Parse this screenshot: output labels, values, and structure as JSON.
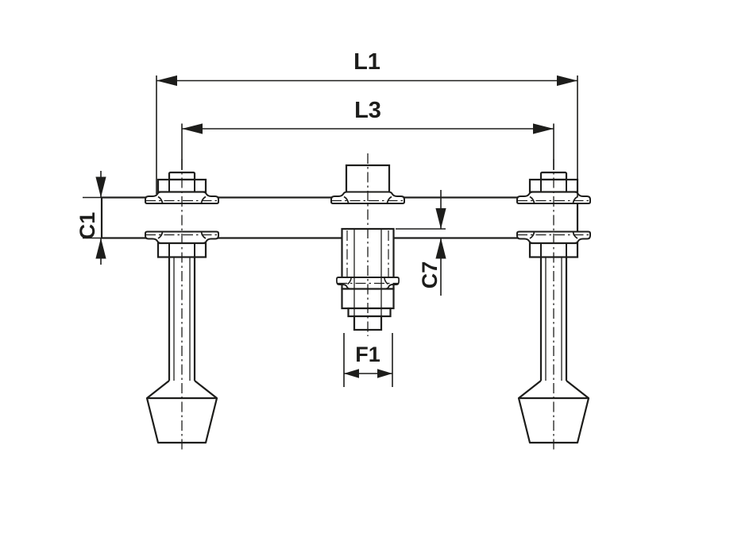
{
  "drawing": {
    "type": "technical-dimension-drawing",
    "subject": "clamping-bridge-with-two-clamp-screws-and-center-spindle",
    "background_color": "#ffffff",
    "line_color": "#1d1d1b",
    "dimensions": {
      "l1": {
        "label": "L1"
      },
      "l3": {
        "label": "L3"
      },
      "c1": {
        "label": "C1"
      },
      "c7": {
        "label": "C7"
      },
      "f1": {
        "label": "F1"
      }
    }
  }
}
